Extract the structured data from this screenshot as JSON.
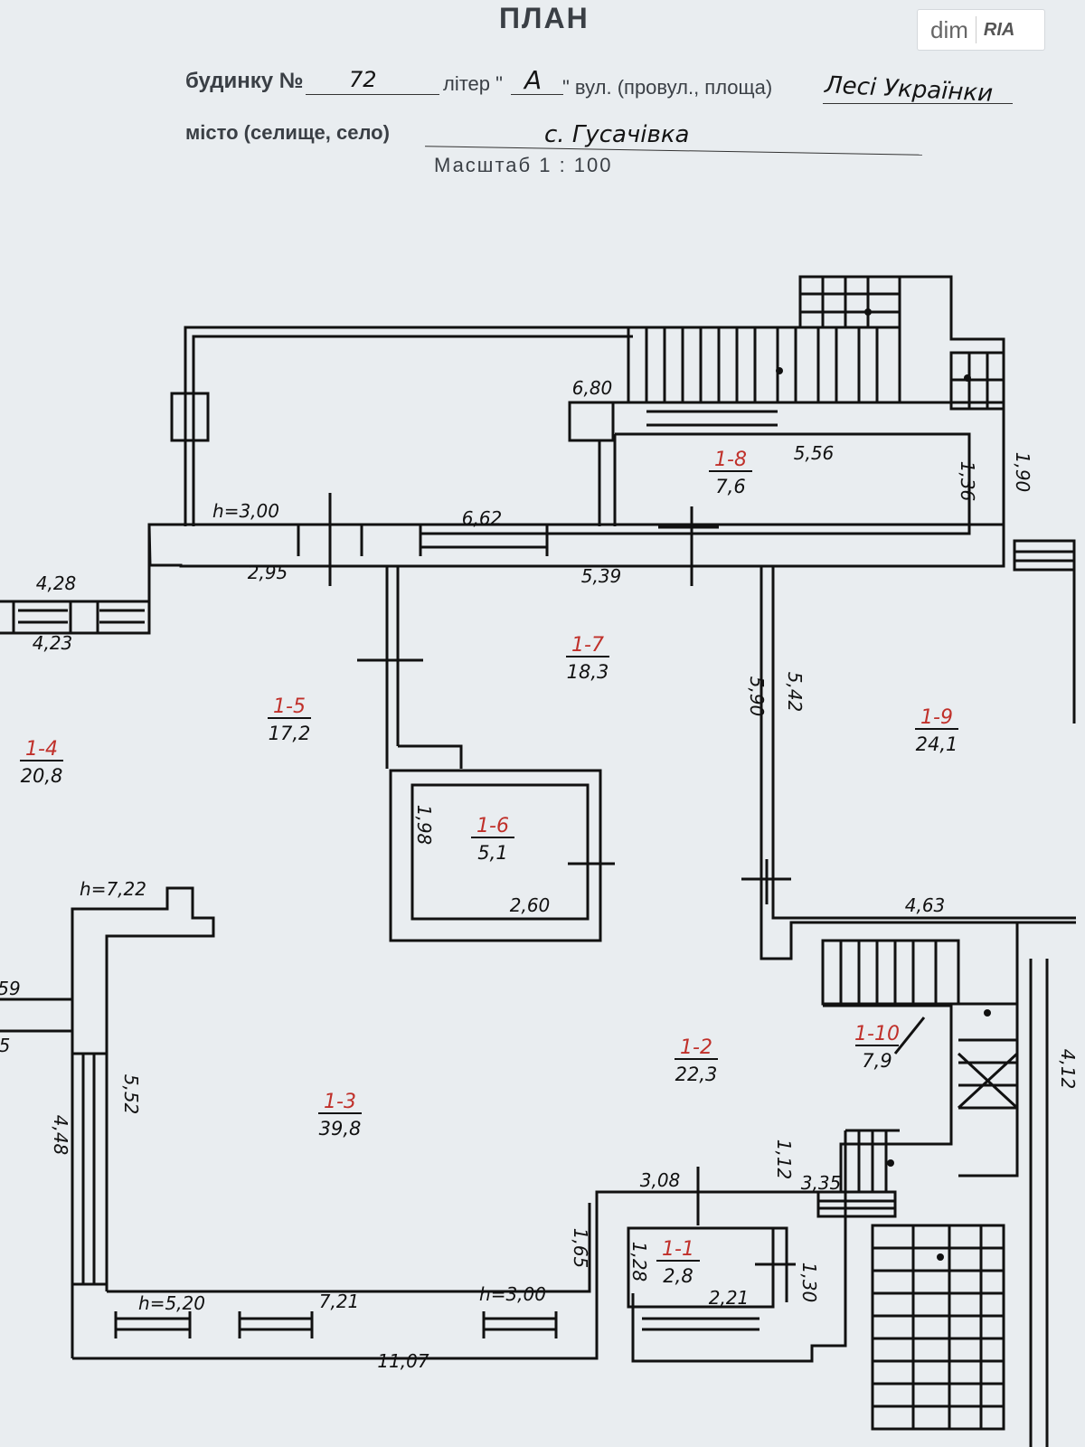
{
  "header": {
    "title": "ПЛАН",
    "house_label": "будинку №",
    "house_number": "72",
    "liter_label": "літер \"",
    "liter_value": "А",
    "street_label": "\" вул. (провул., площа)",
    "street_value": "Лесі Українки",
    "city_label": "місто (селище, село)",
    "city_value": "с. Гусачівка",
    "scale": "Масштаб 1 : 100"
  },
  "watermark": {
    "left": "dim",
    "right": "RIA"
  },
  "rooms": [
    {
      "id": "1-1",
      "area": "2,8"
    },
    {
      "id": "1-2",
      "area": "22,3"
    },
    {
      "id": "1-3",
      "area": "39,8"
    },
    {
      "id": "1-4",
      "area": "20,8"
    },
    {
      "id": "1-5",
      "area": "17,2"
    },
    {
      "id": "1-6",
      "area": "5,1"
    },
    {
      "id": "1-7",
      "area": "18,3"
    },
    {
      "id": "1-8",
      "area": "7,6"
    },
    {
      "id": "1-9",
      "area": "24,1"
    },
    {
      "id": "1-10",
      "area": "7,9"
    }
  ],
  "dimensions": [
    "6,80",
    "5,56",
    "1,36",
    "1,90",
    "h=3,00",
    "6,62",
    "2,95",
    "5,39",
    "4,28",
    "4,23",
    "5,90",
    "5,42",
    "1,98",
    "2,60",
    "4,63",
    "h=7,22",
    "59",
    "5",
    "4,48",
    "5,52",
    "4,12",
    "1,12",
    "3,08",
    "3,35",
    "1,65",
    "1,28",
    "2,21",
    "1,30",
    "h=5,20",
    "7,21",
    "h=3,00",
    "11,07"
  ],
  "colors": {
    "room_id": "#c0302a",
    "ink": "#111111",
    "paper": "#e9edf0"
  }
}
